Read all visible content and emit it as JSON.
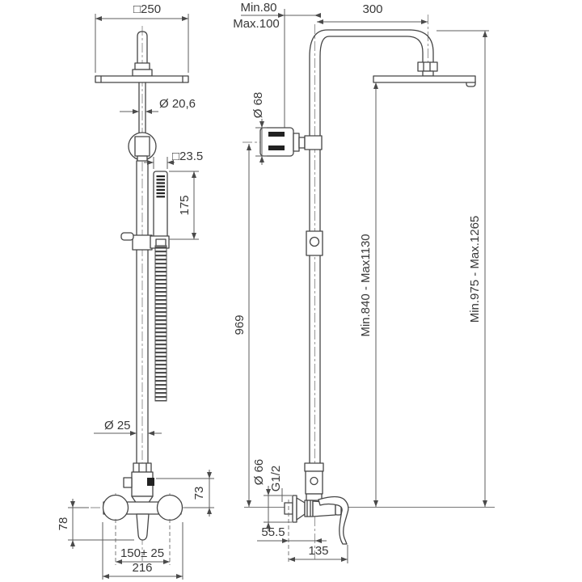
{
  "style": {
    "ink": "#444444",
    "background": "#ffffff"
  },
  "drawing": {
    "front_view": {
      "head_width": "□250",
      "upper_pipe_diameter": "Ø 20,6",
      "hand_shower_width": "□23.5",
      "hand_shower_length": "175",
      "column_diameter": "Ø 25",
      "diverter_offset": "73",
      "handle_offset": "78",
      "inlet_spacing": "150± 25",
      "overall_width": "216"
    },
    "side_view": {
      "wall_distance_min": "Min.80",
      "wall_distance_max": "Max.100",
      "arm_projection": "300",
      "hand_shower_diameter": "Ø 68",
      "column_length": "969",
      "head_height_range": "Min.840 - Max1130",
      "total_height_range": "Min.975 - Max.1265",
      "escutcheon_diameter": "Ø 66",
      "connection_thread": "G1/2",
      "wall_axis_offset": "55.5",
      "overall_depth": "135"
    }
  }
}
